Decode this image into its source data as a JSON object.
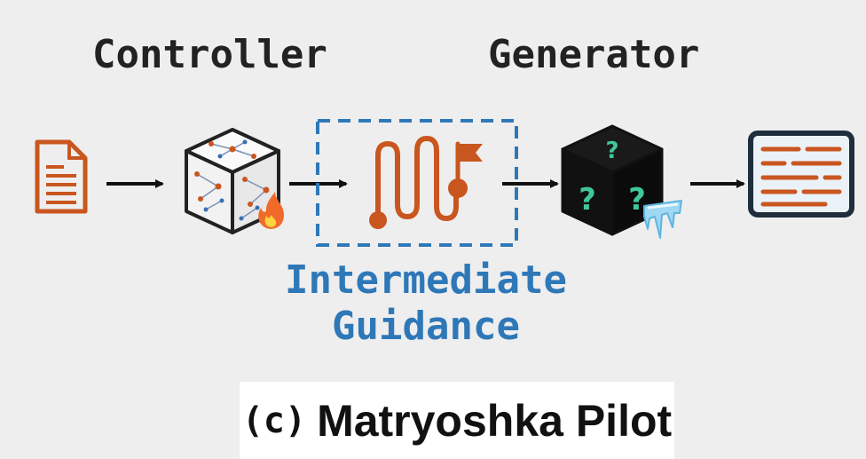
{
  "labels": {
    "controller": "Controller",
    "generator": "Generator",
    "guidance_line1": "Intermediate",
    "guidance_line2": "Guidance"
  },
  "caption": {
    "tag": "(c)",
    "title": "Matryoshka Pilot"
  },
  "icons": {
    "input": "document-icon",
    "controller": "network-cube-icon",
    "controller_badge": "fire-icon",
    "guidance": "winding-path-flag-icon",
    "generator": "question-cube-icon",
    "generator_badge": "ice-icon",
    "output": "text-lines-panel-icon"
  },
  "colors": {
    "accent_orange": "#c9561f",
    "guidance_blue": "#2e78b8",
    "dark": "#222222",
    "question_green": "#3fc79a"
  }
}
